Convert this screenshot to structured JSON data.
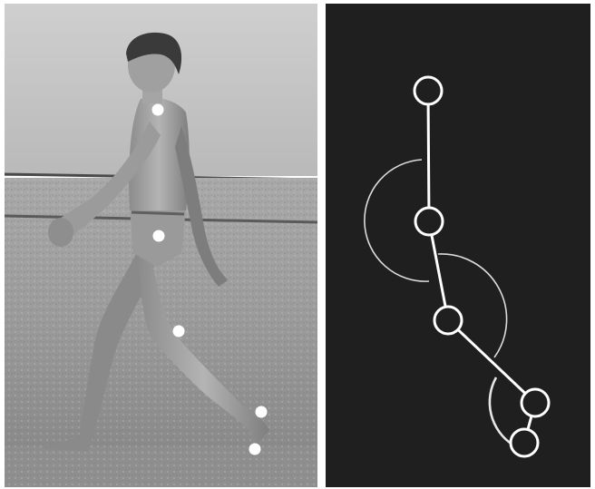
{
  "figure": {
    "left_panel": {
      "kind": "grayscale photograph of a walking child with white joint markers",
      "markers": [
        {
          "name": "shoulder"
        },
        {
          "name": "hip"
        },
        {
          "name": "knee"
        },
        {
          "name": "ankle"
        },
        {
          "name": "toe"
        }
      ]
    },
    "right_panel": {
      "kind": "stick-figure joint model on dark background",
      "joints": [
        {
          "name": "shoulder"
        },
        {
          "name": "hip"
        },
        {
          "name": "knee"
        },
        {
          "name": "ankle"
        },
        {
          "name": "toe"
        }
      ]
    },
    "colors": {
      "stick_background": "#1f1f1f",
      "stick_lines": "#ffffff",
      "marker": "#ffffff"
    }
  }
}
